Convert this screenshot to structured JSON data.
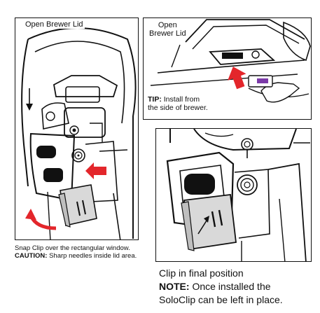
{
  "panels": {
    "left": {
      "label": "Open Brewer Lid"
    },
    "top_right": {
      "label_line1": "Open",
      "label_line2": "Brewer Lid",
      "tip_heading": "TIP:",
      "tip_line1": " Install from",
      "tip_line2": "the side of brewer."
    },
    "bottom_right": {}
  },
  "captions": {
    "left_line1": "Snap Clip over the rectangular window.",
    "left_caution_heading": "CAUTION:",
    "left_caution_text": " Sharp needles inside lid area.",
    "right_line1": "Clip in final position",
    "right_note_heading": "NOTE:",
    "right_note_text": " Once installed the",
    "right_line3": "SoloClip can be left in place."
  },
  "colors": {
    "arrow_red": "#e3262b",
    "clip_purple": "#7b3aa8",
    "clip_gray": "#d9d9d9",
    "ink": "#111111"
  },
  "icons": [
    "red-arrow-icon",
    "curved-arrow-icon",
    "clip-icon"
  ]
}
